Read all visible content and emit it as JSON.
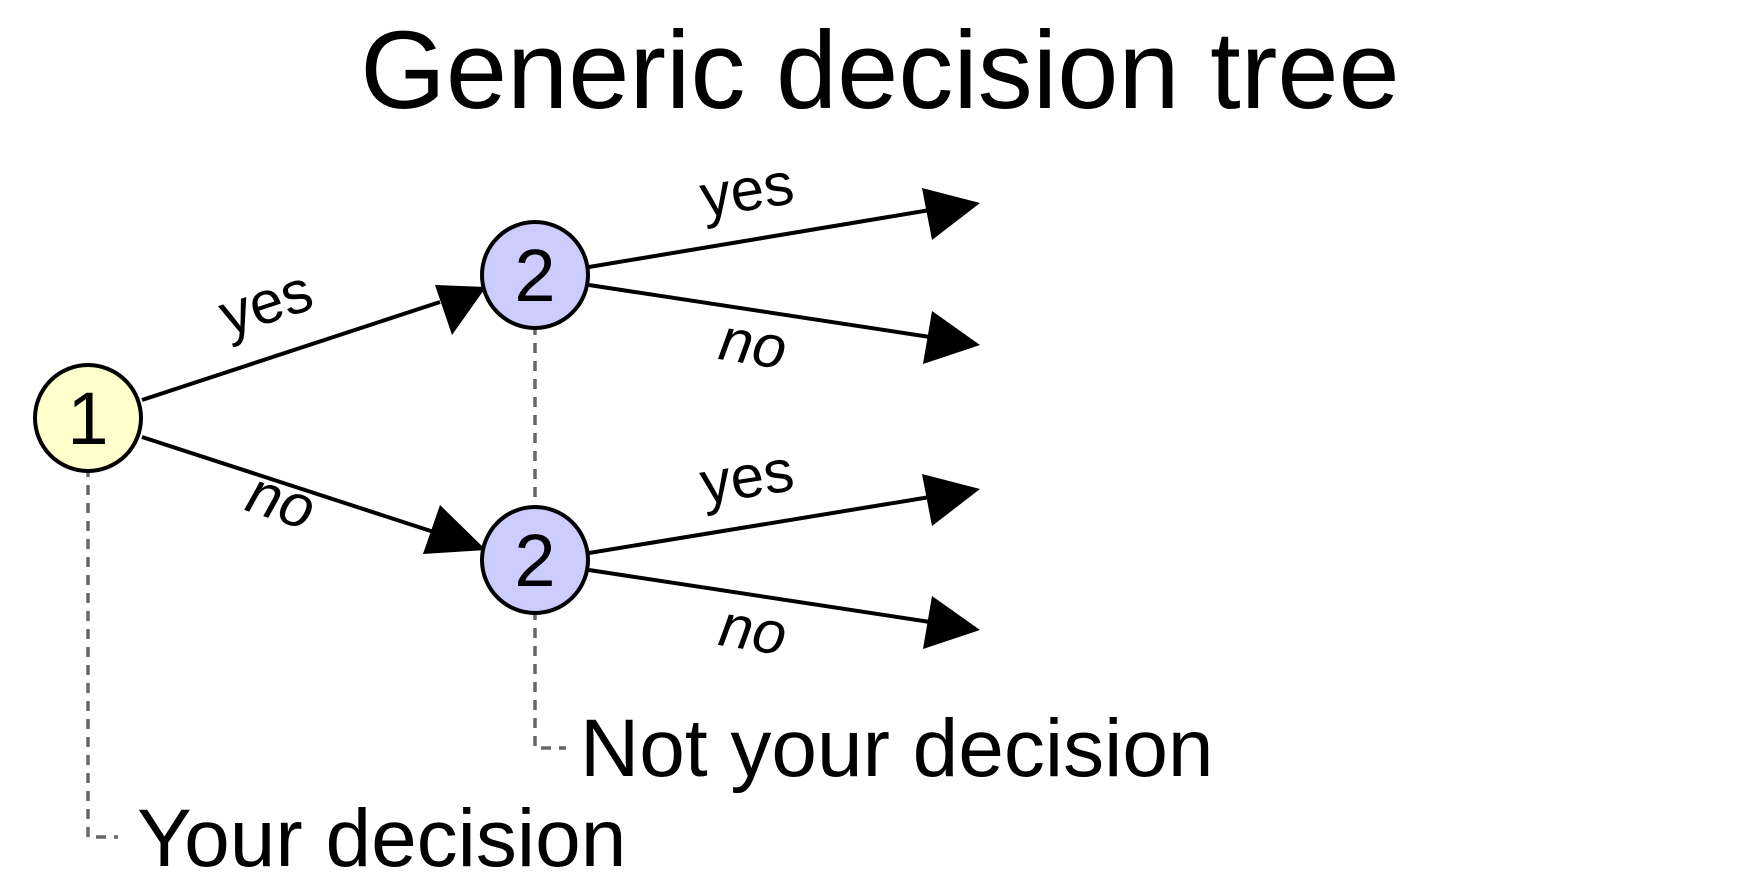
{
  "title": "Generic decision tree",
  "colors": {
    "decision_node_fill": "#ffffcc",
    "chance_node_fill": "#ccccff",
    "edge": "#000000",
    "leader_line": "#666666"
  },
  "nodes": {
    "root": {
      "label": "1"
    },
    "upper": {
      "label": "2"
    },
    "lower": {
      "label": "2"
    }
  },
  "edges": {
    "root_yes": {
      "label": "yes"
    },
    "root_no": {
      "label": "no"
    },
    "upper_yes": {
      "label": "yes"
    },
    "upper_no": {
      "label": "no"
    },
    "lower_yes": {
      "label": "yes"
    },
    "lower_no": {
      "label": "no"
    }
  },
  "annotations": {
    "your_decision": "Your decision",
    "not_your_decision": "Not your decision"
  }
}
